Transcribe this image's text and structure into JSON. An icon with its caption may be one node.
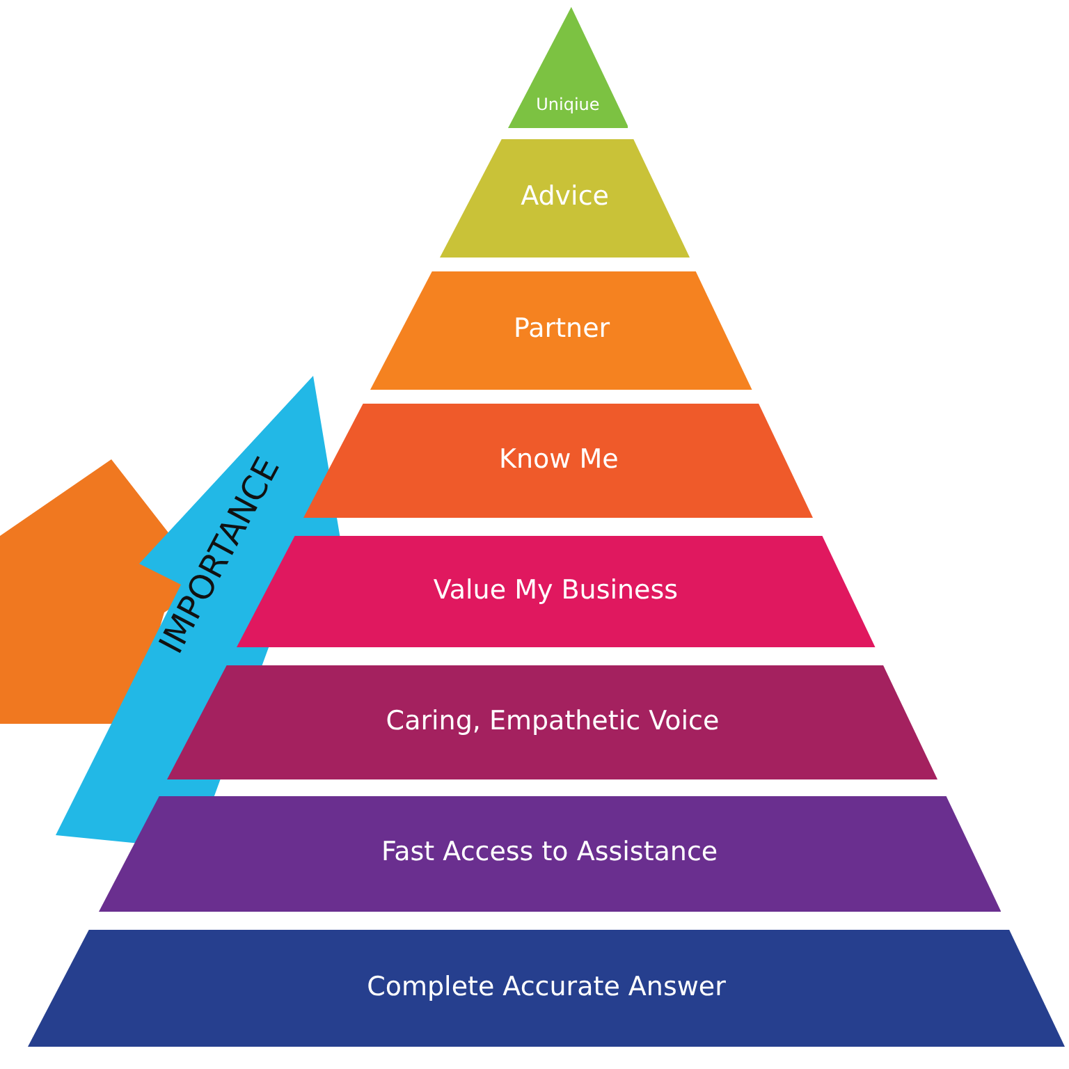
{
  "diagram": {
    "nodes": [
      {
        "text": [
          "Uniqiue"
        ]
      },
      {
        "text": [
          "Advice"
        ]
      },
      {
        "text": [
          "Partner"
        ]
      },
      {
        "text": [
          "Know Me"
        ]
      },
      {
        "text": [
          "Value My Business"
        ]
      },
      {
        "text": [
          "Caring, Empathetic Voice"
        ]
      },
      {
        "text": [
          "Fast Access to Assistance"
        ]
      },
      {
        "text": [
          "Complete Accurate Answer"
        ]
      }
    ],
    "labels": [
      "IMPORTANCE"
    ]
  }
}
